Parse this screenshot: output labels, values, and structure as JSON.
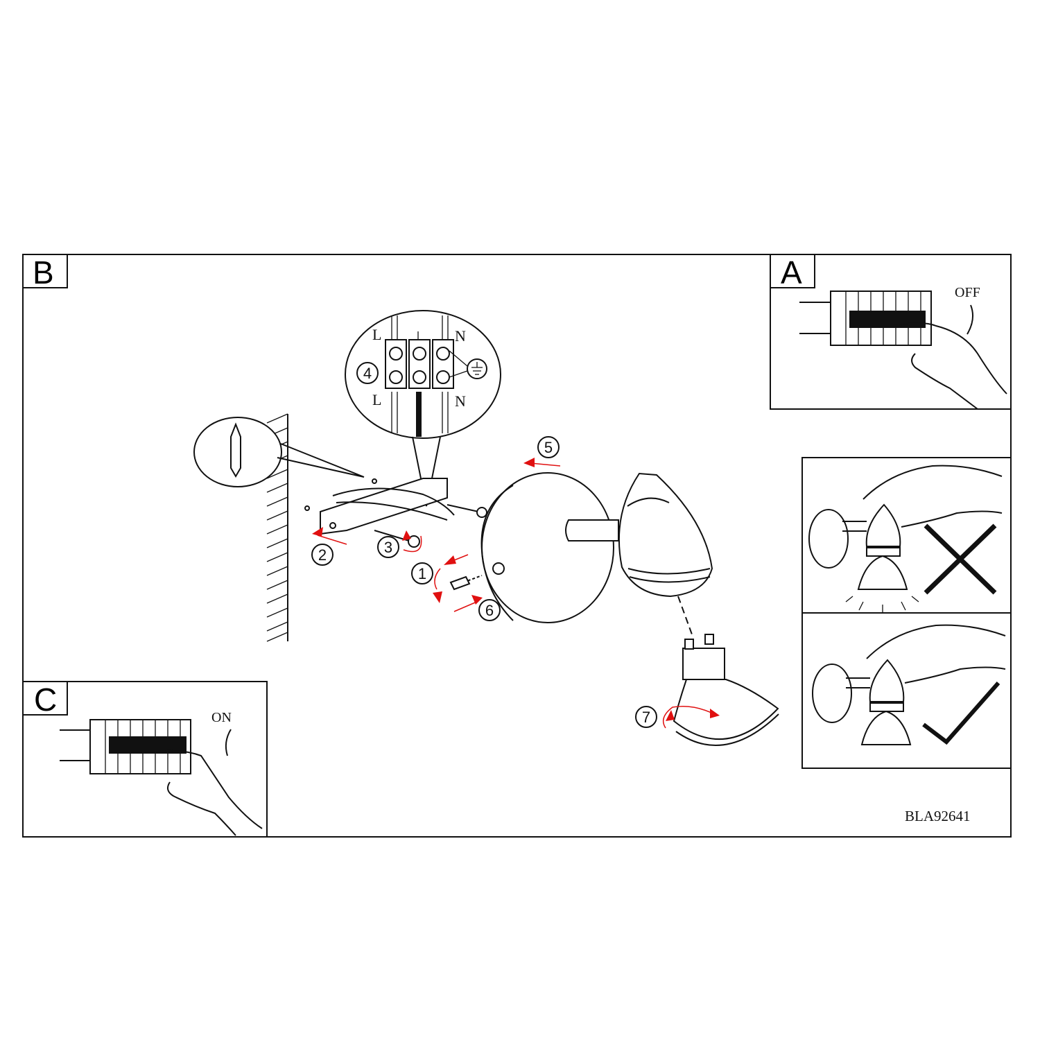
{
  "panels": {
    "main": {
      "label": "B"
    },
    "switch_off": {
      "label": "A",
      "caption": "OFF"
    },
    "switch_on": {
      "label": "C",
      "caption": "ON"
    }
  },
  "terminal": {
    "top_left": "L",
    "top_right": "N",
    "bottom_left": "L",
    "bottom_right": "N"
  },
  "steps": [
    "1",
    "2",
    "3",
    "4",
    "5",
    "6",
    "7"
  ],
  "model_code": "BLA92641",
  "colors": {
    "arrow": "#e01010",
    "line": "#111111"
  }
}
